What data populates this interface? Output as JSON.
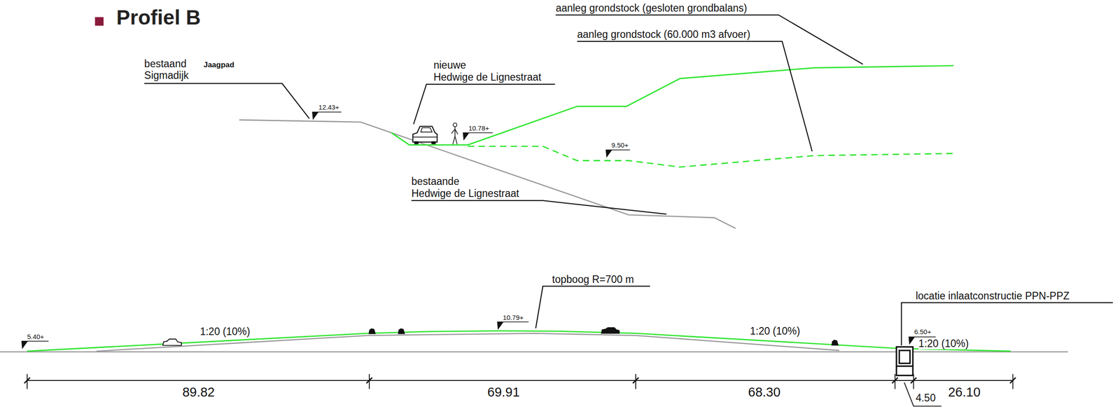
{
  "diagram": {
    "title": "Profiel B",
    "labels": [
      "bestaand Sigmadijk",
      "Jaagpad",
      "12.43+",
      "nieuwe Hedwige de Lignestraat",
      "10.78+",
      "aanleg grondstock (gesloten grondbalans)",
      "aanleg grondstock (60.000 m3 afvoer)",
      "9.50+",
      "bestaande Hedwige de Lignestraat",
      "topboog R=700 m",
      "10.79+",
      "5.40+",
      "1:20 (10%)",
      "1:20 (10%)",
      "6.50+",
      "1:20 (10%)",
      "locatie inlaatconstructie PPN-PPZ",
      "89.82",
      "69.91",
      "68.30",
      "26.10",
      "4.50"
    ]
  }
}
